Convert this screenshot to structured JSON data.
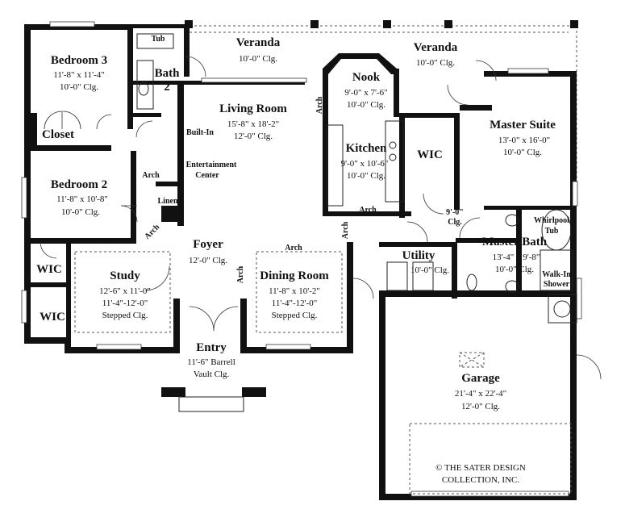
{
  "rooms": {
    "bedroom3": {
      "name": "Bedroom 3",
      "size": "11'-8\" x 11'-4\"",
      "ceiling": "10'-0\" Clg."
    },
    "bath2": {
      "name": "Bath",
      "number": "2",
      "tub": "Tub"
    },
    "closet": {
      "name": "Closet"
    },
    "bedroom2": {
      "name": "Bedroom 2",
      "size": "11'-8\" x 10'-8\"",
      "ceiling": "10'-0\" Clg."
    },
    "wic1": {
      "name": "WIC"
    },
    "wic2": {
      "name": "WIC"
    },
    "study": {
      "name": "Study",
      "size": "12'-6\" x 11'-0\"",
      "ceiling": "11'-4\"-12'-0\"",
      "ceiling2": "Stepped Clg."
    },
    "foyer": {
      "name": "Foyer",
      "ceiling": "12'-0\" Clg."
    },
    "entry": {
      "name": "Entry",
      "size": "11'-6\" Barrell",
      "ceiling": "Vault Clg."
    },
    "living": {
      "name": "Living Room",
      "size": "15'-8\" x 18'-2\"",
      "ceiling": "12'-0\" Clg.",
      "builtin": "Built-In",
      "ent1": "Entertainment",
      "ent2": "Center"
    },
    "dining": {
      "name": "Dining Room",
      "size": "11'-8\" x 10'-2\"",
      "ceiling": "11'-4\"-12'-0\"",
      "ceiling2": "Stepped Clg."
    },
    "veranda_left": {
      "name": "Veranda",
      "ceiling": "10'-0\" Clg."
    },
    "veranda_right": {
      "name": "Veranda",
      "ceiling": "10'-0\" Clg."
    },
    "nook": {
      "name": "Nook",
      "size": "9'-0\" x 7'-6\"",
      "ceiling": "10'-0\" Clg."
    },
    "kitchen": {
      "name": "Kitchen",
      "size": "9'-0\" x 10'-6\"",
      "ceiling": "10'-0\" Clg."
    },
    "wic_master": {
      "name": "WIC"
    },
    "master_suite": {
      "name": "Master Suite",
      "size": "13'-0\" x 16'-0\"",
      "ceiling": "10'-0\" Clg."
    },
    "hall": {
      "ceiling": "9'-0\"",
      "ceiling2": "Clg."
    },
    "utility": {
      "name": "Utility",
      "ceiling": "10'-0\" Clg."
    },
    "master_bath": {
      "name": "Master Bath",
      "size": "13'-4\" x 9'-8\"",
      "ceiling": "10'-0\" Clg.",
      "whirlpool1": "Whirlpool",
      "whirlpool2": "Tub",
      "walkin1": "Walk-In",
      "walkin2": "Shower"
    },
    "garage": {
      "name": "Garage",
      "size": "21'-4\" x 22'-4\"",
      "ceiling": "12'-0\" Clg."
    }
  },
  "labels": {
    "linen": "Linen",
    "arch": "Arch"
  },
  "copyright": {
    "line1": "© THE SATER DESIGN",
    "line2": "COLLECTION, INC."
  }
}
